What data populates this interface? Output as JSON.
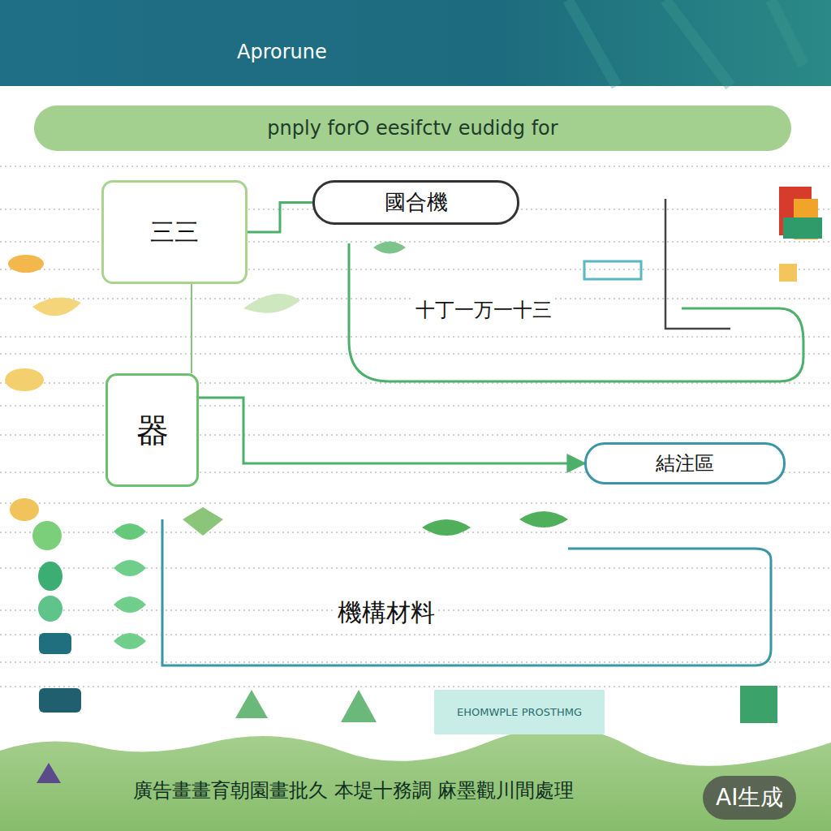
{
  "diagram": {
    "title": "Aprorune",
    "nodes": [
      {
        "text": [
          "pnply forO eesifctv eudidg for"
        ]
      },
      {
        "text": [
          "三三"
        ]
      },
      {
        "text": [
          "國合機"
        ]
      },
      {
        "text": [
          "器"
        ]
      },
      {
        "text": [
          "結注區"
        ]
      },
      {
        "text": [
          "EHOMWPLE PROSTHMG"
        ]
      }
    ],
    "edges": [
      {
        "from": 1,
        "to": 2,
        "arrow": "none"
      },
      {
        "from": 3,
        "to": 4,
        "arrow": "to"
      }
    ],
    "labels": [
      "十丁一万一十三",
      "機構材料",
      "廣告畫畫育朝園畫批久 本堤十務調 麻墨觀川間處理",
      "AI生成"
    ]
  }
}
